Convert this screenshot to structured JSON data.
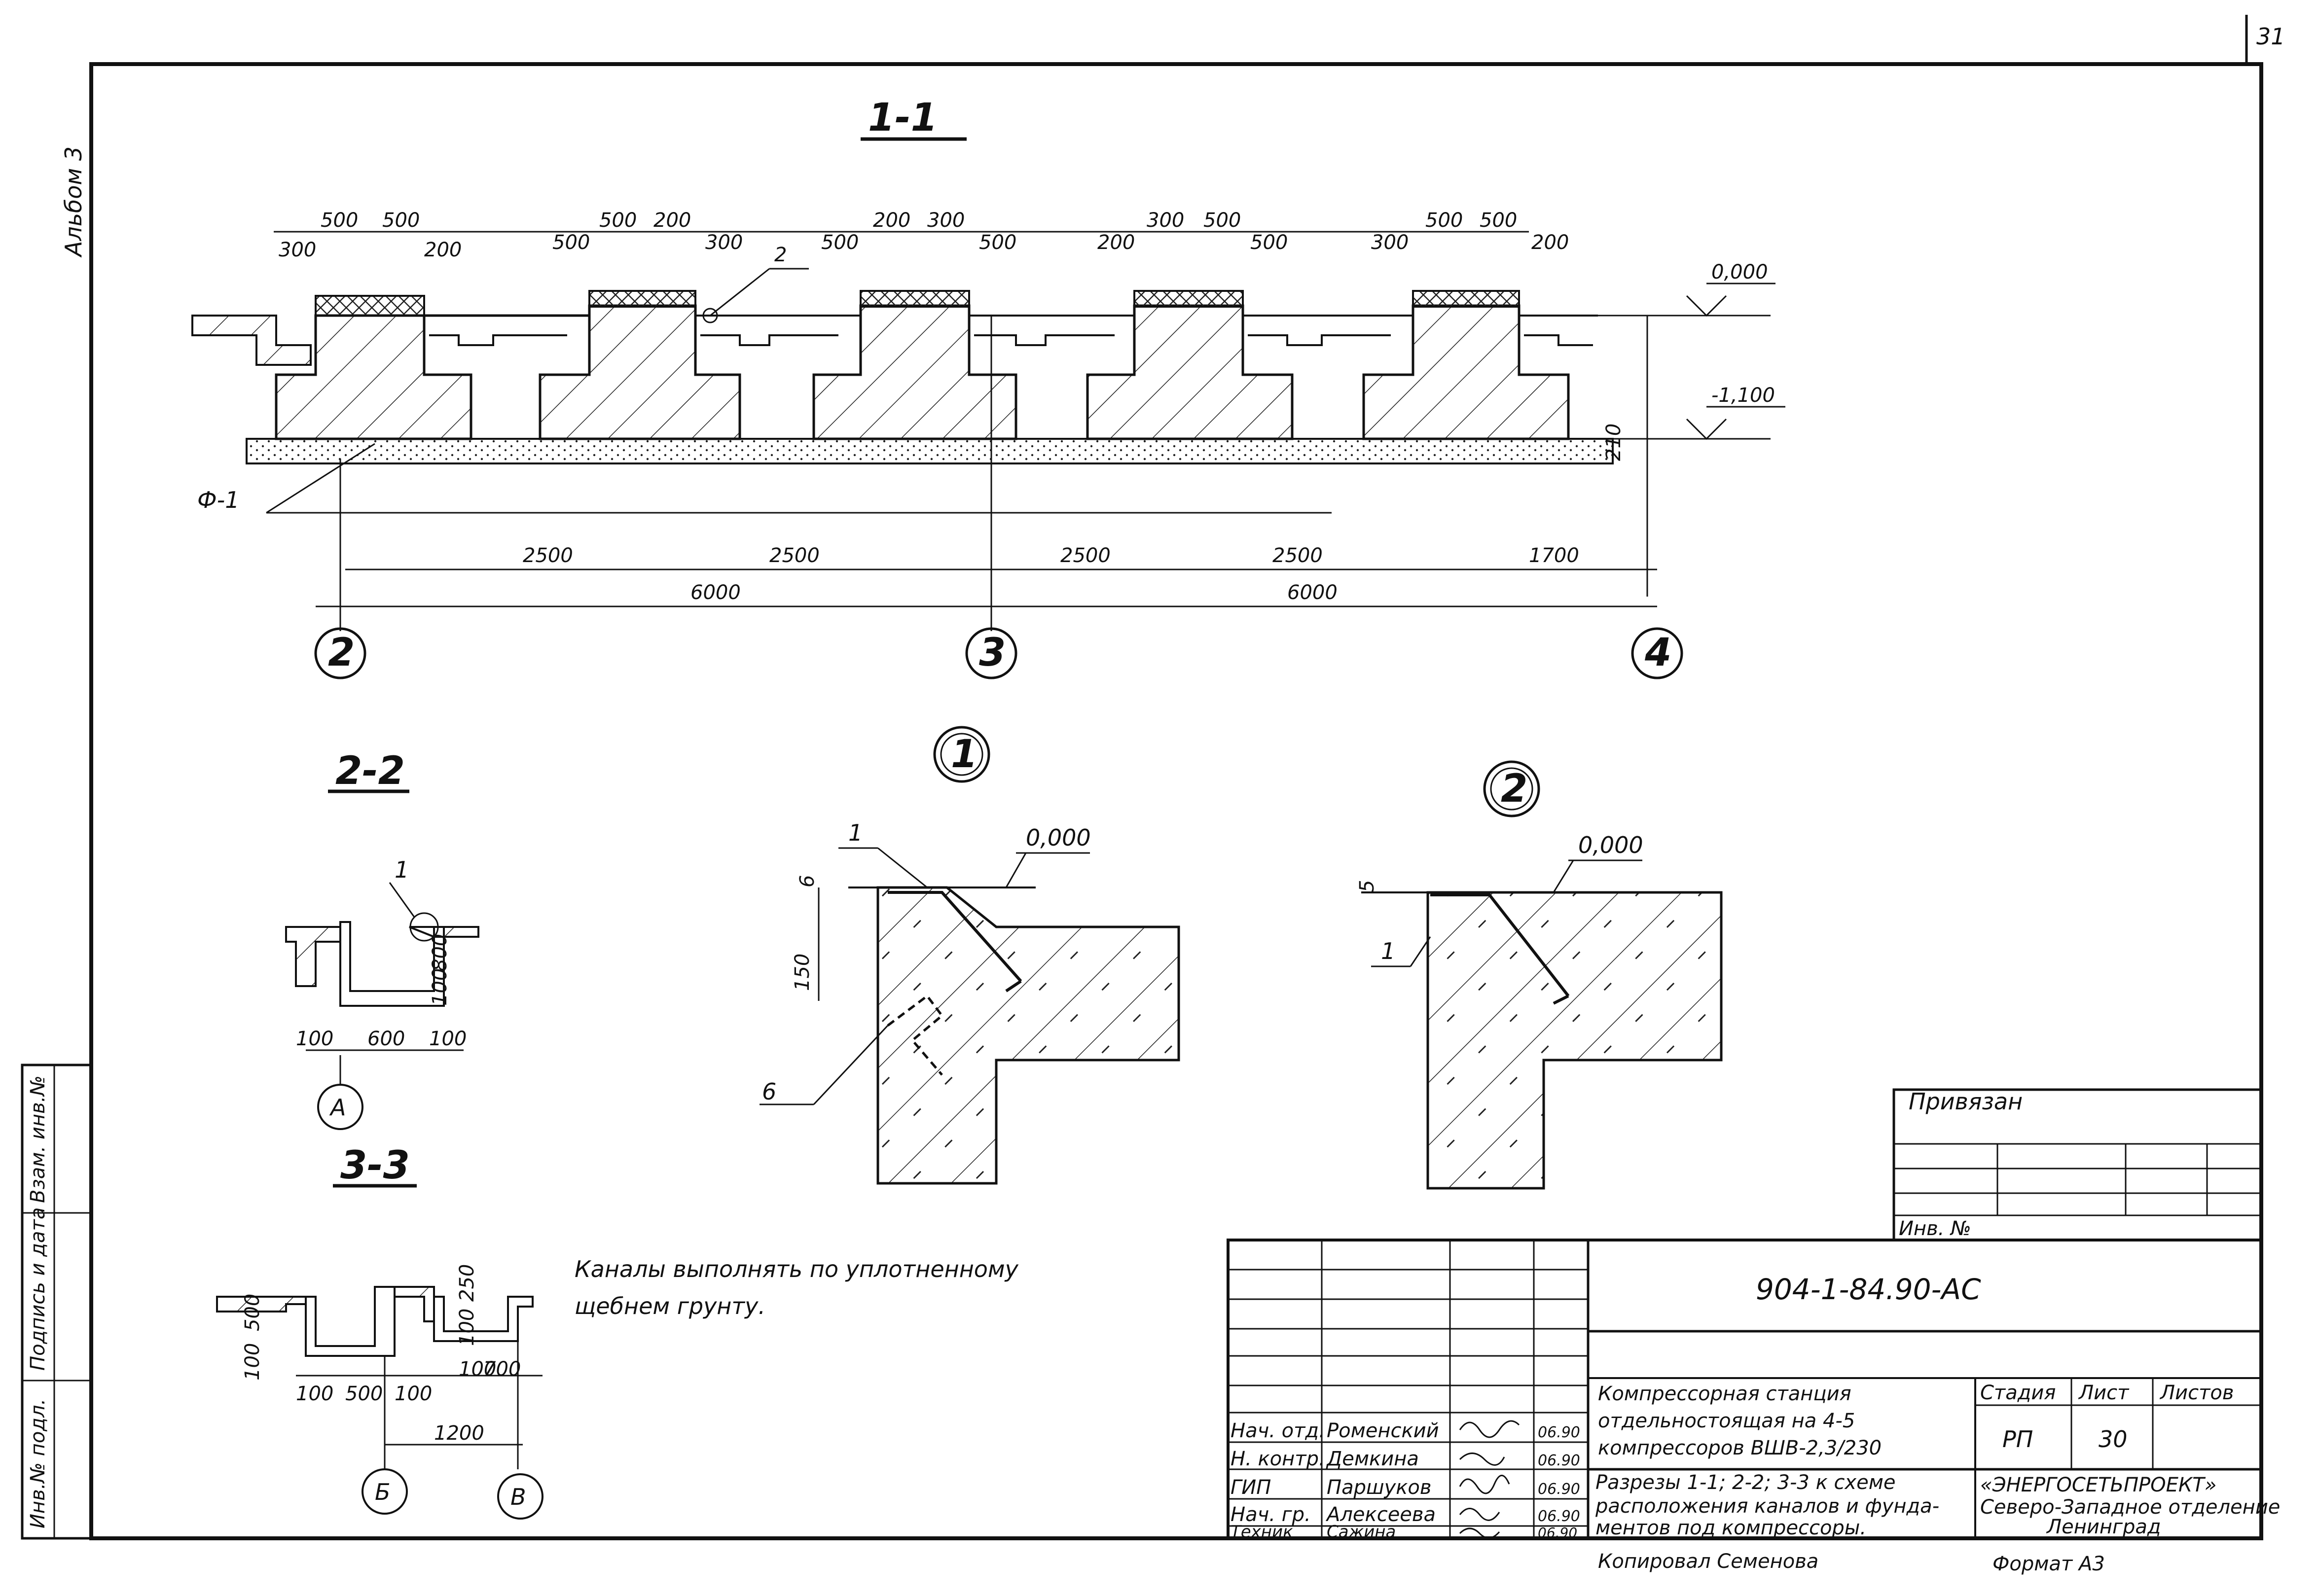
{
  "album_label": "Альбом 3",
  "sheet_corner_number": "31",
  "section_1_1": {
    "title": "1-1",
    "top_dims": [
      "300",
      "500",
      "500",
      "200",
      "300",
      "500",
      "500",
      "200",
      "300",
      "500",
      "500",
      "200",
      "300",
      "500",
      "500",
      "200",
      "300",
      "500",
      "500",
      "200"
    ],
    "level_top": "0,000",
    "level_bottom": "-1,100",
    "layer_thickness": "210",
    "foundation_label": "Ф-1",
    "callout_2": "2",
    "span_dims": [
      "2500",
      "2500",
      "2500",
      "2500",
      "1700"
    ],
    "axis_span_dims": [
      "6000",
      "6000"
    ],
    "axes": [
      "2",
      "3",
      "4"
    ]
  },
  "section_2_2": {
    "title": "2-2",
    "callout": "1",
    "dims": [
      "100",
      "600",
      "100",
      "100",
      "800"
    ],
    "axis": "А"
  },
  "section_3_3": {
    "title": "3-3",
    "dims": [
      "500",
      "100",
      "250",
      "100",
      "100",
      "500",
      "100",
      "100",
      "700",
      "1200"
    ],
    "axes": [
      "Б",
      "В"
    ]
  },
  "detail_1": {
    "marker": "1",
    "level": "0,000",
    "dims": [
      "6",
      "150"
    ],
    "callouts": [
      "1",
      "6"
    ]
  },
  "detail_2": {
    "marker": "2",
    "level": "0,000",
    "dims": [
      "5"
    ],
    "callouts": [
      "1"
    ]
  },
  "note_lines": [
    "Каналы выполнять по уплотненному",
    "щебнем  грунту."
  ],
  "side_stamp": [
    "Инв.№ подл.",
    "Подпись и дата",
    "Взам. инв.№"
  ],
  "title_block": {
    "privyazan": "Привязан",
    "inv_no": "Инв. №",
    "doc_code": "904-1-84.90-АС",
    "project_title_lines": [
      "Компрессорная  станция",
      "отдельностоящая на 4-5",
      "компрессоров ВШВ-2,3/230"
    ],
    "sheet_title_lines": [
      "Разрезы 1-1; 2-2; 3-3 к схеме",
      "расположения каналов и фунда-",
      "ментов под компрессоры."
    ],
    "headers": [
      "Стадия",
      "Лист",
      "Листов"
    ],
    "stage": "РП",
    "sheet": "30",
    "sheets_total": "",
    "org_lines": [
      "«ЭНЕРГОСЕТЬПРОЕКТ»",
      "Северо-Западное отделение",
      "Ленинград"
    ],
    "signers": [
      {
        "role": "Нач. отд.",
        "name": "Роменский",
        "date": "06.90"
      },
      {
        "role": "Н. контр.",
        "name": "Демкина",
        "date": "06.90"
      },
      {
        "role": "ГИП",
        "name": "Паршуков",
        "date": "06.90"
      },
      {
        "role": "Нач. гр.",
        "name": "Алексеева",
        "date": "06.90"
      },
      {
        "role": "Техник",
        "name": "Сажина",
        "date": "06.90"
      }
    ],
    "copied": "Копировал  Семенова",
    "format": "Формат  А3"
  }
}
